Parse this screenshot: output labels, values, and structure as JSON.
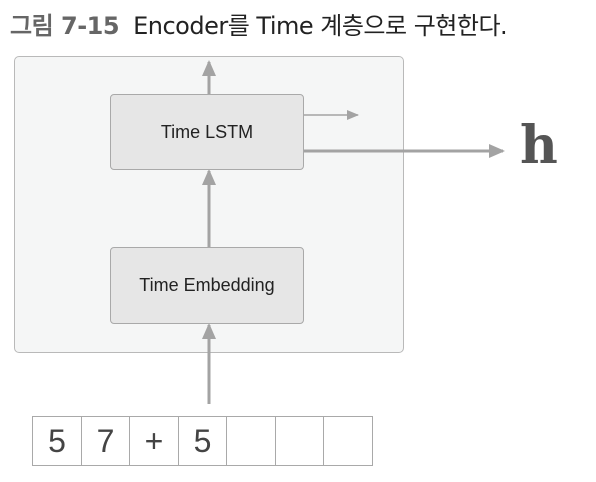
{
  "caption": {
    "figure_number": "그림 7-15",
    "text": "Encoder를 Time 계층으로 구현한다."
  },
  "layers": {
    "lstm_label": "Time LSTM",
    "embedding_label": "Time Embedding"
  },
  "output": {
    "hidden_state_label": "h"
  },
  "input_tokens": [
    "5",
    "7",
    "+",
    "5",
    "",
    "",
    ""
  ],
  "colors": {
    "arrow": "#a3a3a3",
    "panel_fill": "#f5f6f6",
    "layer_fill": "#e6e6e6"
  }
}
